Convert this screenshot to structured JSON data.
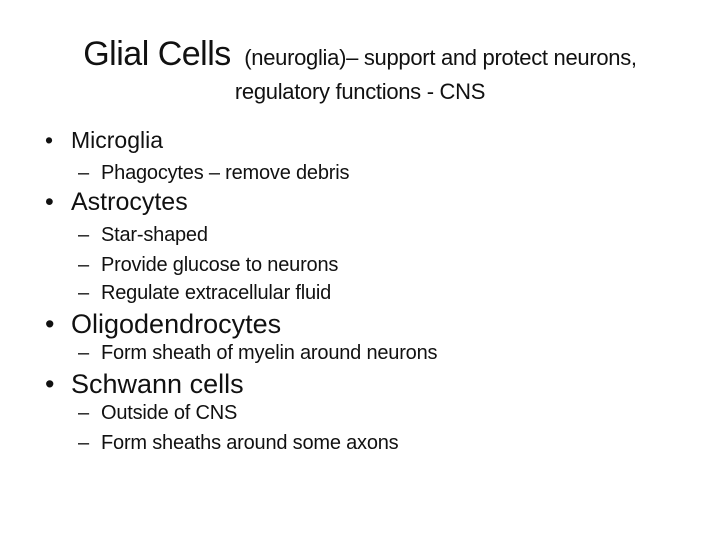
{
  "slide": {
    "colors": {
      "background": "#ffffff",
      "text": "#111111"
    },
    "title": {
      "main": "Glial Cells",
      "suffix": "(neuroglia)– support and protect neurons,",
      "line2": "regulatory functions - CNS"
    },
    "markers": {
      "level1": "•",
      "level2": "–"
    },
    "bullets": [
      {
        "label": "Microglia",
        "subs": [
          "Phagocytes – remove debris"
        ]
      },
      {
        "label": "Astrocytes",
        "subs": [
          "Star-shaped",
          "Provide glucose to neurons",
          "Regulate extracellular fluid"
        ]
      },
      {
        "label": "Oligodendrocytes",
        "subs": [
          "Form sheath of myelin around neurons"
        ]
      },
      {
        "label": "Schwann cells",
        "subs": [
          "Outside of CNS",
          "Form sheaths around some axons"
        ]
      }
    ]
  }
}
